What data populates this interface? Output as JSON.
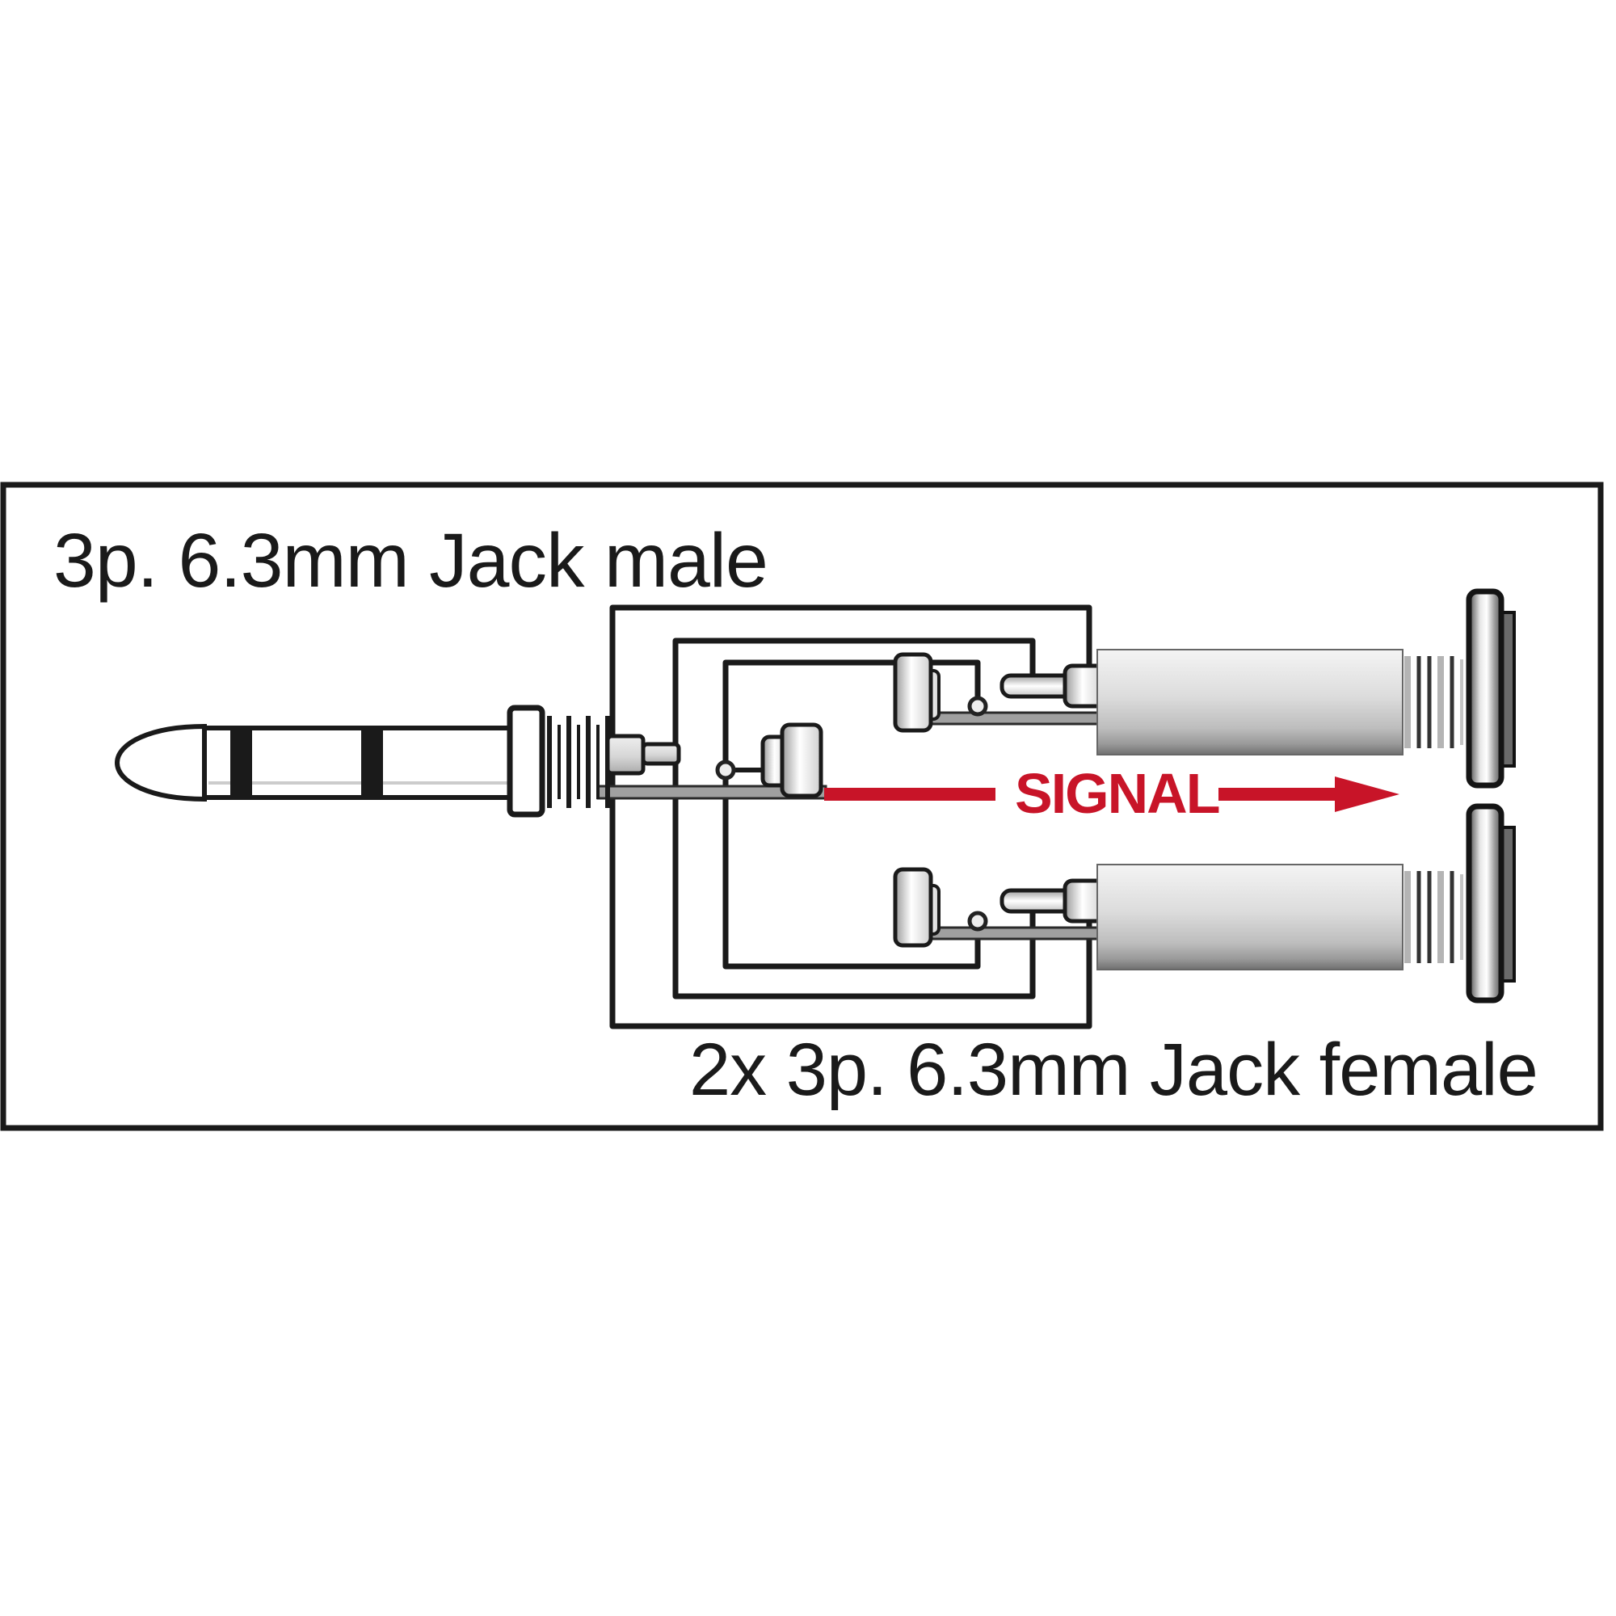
{
  "title": "3p. 6.3mm Jack male",
  "caption": "2x 3p. 6.3mm Jack female",
  "signal": {
    "label": "SIGNAL",
    "color": "#c81428",
    "direction": "right"
  },
  "colors": {
    "line": "#1a1a1a",
    "wire_gray": "#a0a0a0",
    "metal_light": "#f2f2f2",
    "metal_dark": "#777777",
    "background": "#ffffff"
  },
  "icons": {
    "male_jack": "trs-6.3mm-male-plug-icon",
    "female_jack": "6.3mm-female-socket-icon",
    "signal_arrow": "arrow-right-icon",
    "solder_joint": "junction-dot-icon"
  }
}
